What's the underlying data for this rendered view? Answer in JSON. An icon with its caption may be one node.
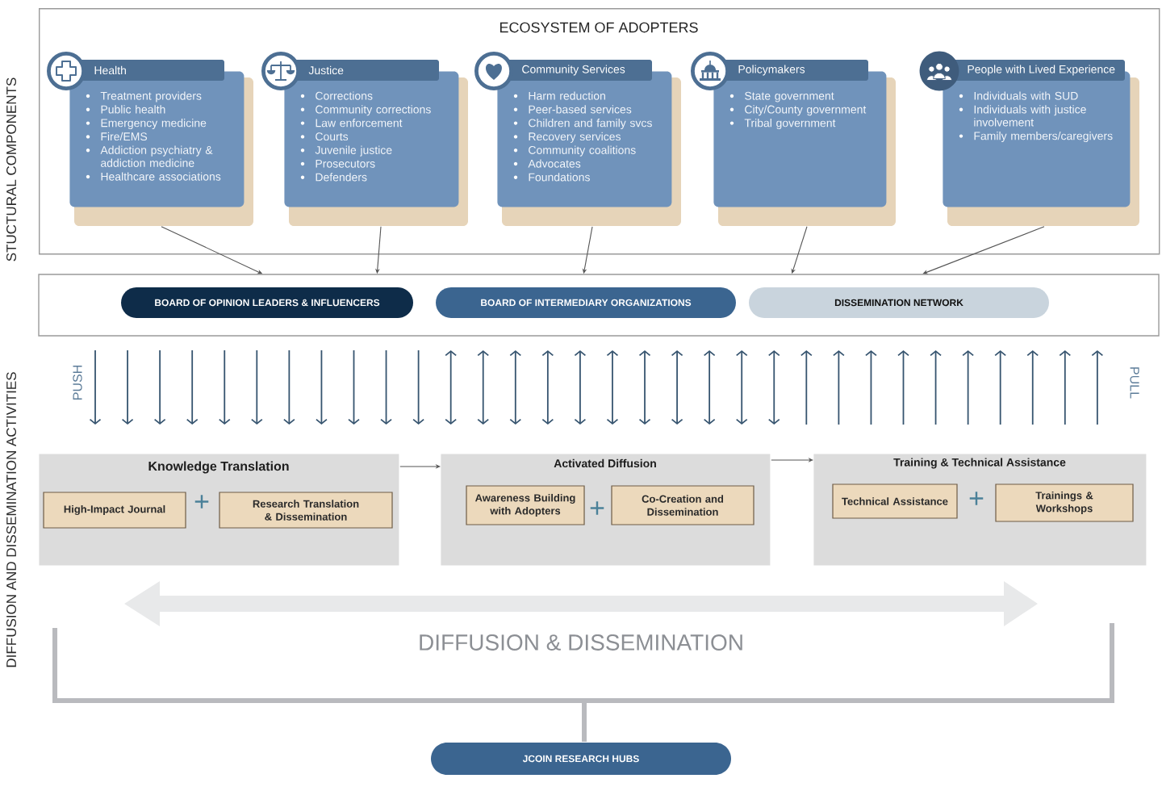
{
  "diagram": {
    "nodes": [
      {
        "text": [
          "ECOSYSTEM OF ADOPTERS"
        ]
      },
      {
        "text": [
          "Health",
          "Treatment providers",
          "Public health",
          "Emergency medicine",
          "Fire/EMS",
          "Addiction psychiatry & addiction medicine",
          "Healthcare associations"
        ],
        "in": 0
      },
      {
        "text": [
          "Justice",
          "Corrections",
          "Community corrections",
          "Law enforcement",
          "Courts",
          "Juvenile justice",
          "Prosecutors",
          "Defenders"
        ],
        "in": 0
      },
      {
        "text": [
          "Community Services",
          "Harm reduction",
          "Peer-based services",
          "Children and family svcs",
          "Recovery services",
          "Community coalitions",
          "Advocates",
          "Foundations"
        ],
        "in": 0
      },
      {
        "text": [
          "Policymakers",
          "State government",
          "City/County government",
          "Tribal government"
        ],
        "in": 0
      },
      {
        "text": [
          "People with Lived Experience",
          "Individuals with SUD",
          "Individuals with justice involvement",
          "Family members/caregivers"
        ],
        "in": 0
      },
      {
        "text": [],
        "shape": "box"
      },
      {
        "text": [
          "BOARD OF OPINION LEADERS & INFLUENCERS"
        ],
        "in": 6
      },
      {
        "text": [
          "BOARD OF INTERMEDIARY ORGANIZATIONS"
        ],
        "in": 6
      },
      {
        "text": [
          "DISSEMINATION NETWORK"
        ],
        "in": 6
      },
      {
        "text": [
          "Knowledge Translation"
        ]
      },
      {
        "text": [
          "High-Impact Journal"
        ],
        "in": 10
      },
      {
        "text": [
          "Research Translation & Dissemination"
        ],
        "in": 10
      },
      {
        "text": [
          "Activated Diffusion"
        ]
      },
      {
        "text": [
          "Awareness Building with Adopters"
        ],
        "in": 13
      },
      {
        "text": [
          "Co-Creation and Dissemination"
        ],
        "in": 13
      },
      {
        "text": [
          "Training & Technical Assistance"
        ]
      },
      {
        "text": [
          "Technical Assistance"
        ],
        "in": 16
      },
      {
        "text": [
          "Trainings & Workshops"
        ],
        "in": 16
      },
      {
        "text": [
          "JCOIN RESEARCH HUBS"
        ]
      }
    ],
    "edges": [
      {
        "from": 1,
        "to": 6,
        "arrow": "to"
      },
      {
        "from": 2,
        "to": 6,
        "arrow": "to"
      },
      {
        "from": 3,
        "to": 6,
        "arrow": "to"
      },
      {
        "from": 4,
        "to": 6,
        "arrow": "to"
      },
      {
        "from": 5,
        "to": 6,
        "arrow": "to"
      },
      {
        "from": 10,
        "to": 13,
        "arrow": "to"
      },
      {
        "from": 13,
        "to": 16,
        "arrow": "to"
      }
    ],
    "labels": [
      "STUCTURAL COMPONENTS",
      "PUSH",
      "PULL",
      "DIFFUSION AND DISSEMINATION ACTIVITIES",
      "+",
      "+",
      "+",
      "DIFFUSION & DISSEMINATION"
    ]
  }
}
